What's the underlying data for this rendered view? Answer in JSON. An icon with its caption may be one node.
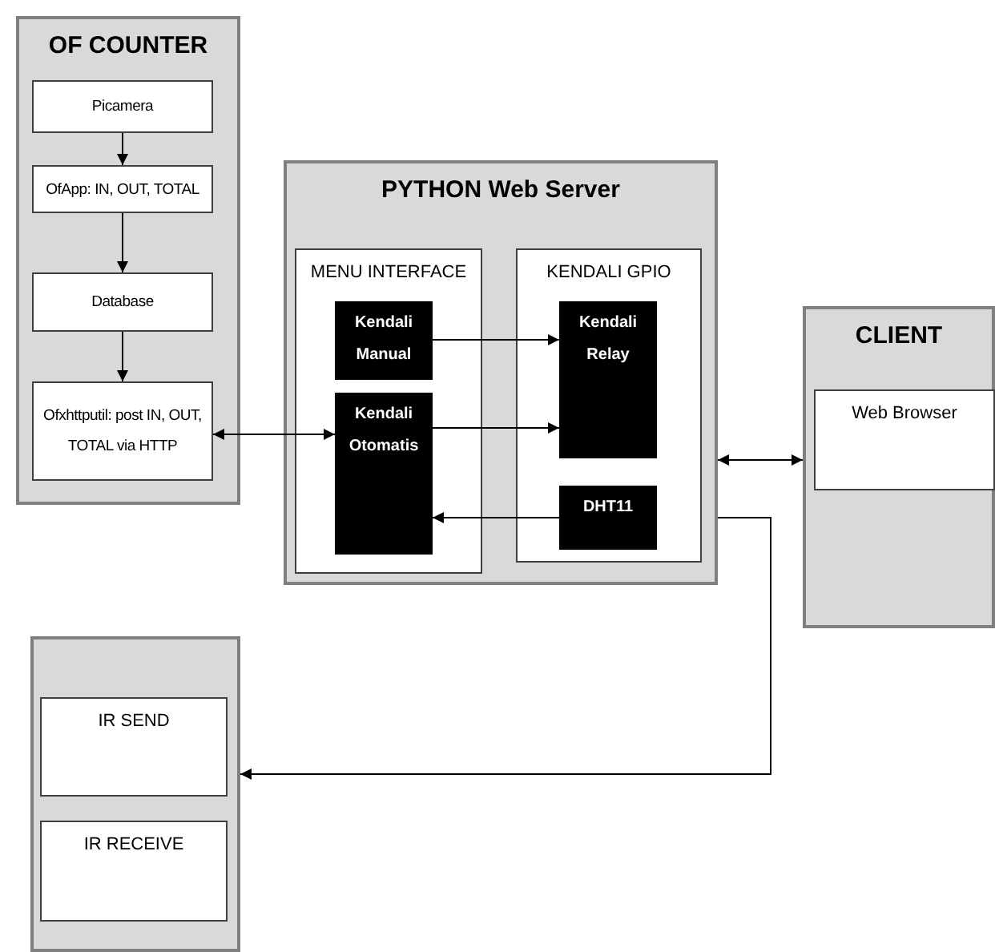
{
  "diagram": {
    "nodes": [
      {
        "text": [
          "OF COUNTER"
        ]
      },
      {
        "text": [
          "Picamera"
        ],
        "in": 0
      },
      {
        "text": [
          "OfApp: IN, OUT, TOTAL"
        ],
        "in": 0
      },
      {
        "text": [
          "Database"
        ],
        "in": 0
      },
      {
        "text": [
          "Ofxhttputil: post IN, OUT, TOTAL via HTTP"
        ],
        "in": 0
      },
      {
        "text": [
          "PYTHON Web Server"
        ]
      },
      {
        "text": [
          "MENU INTERFACE"
        ],
        "in": 5
      },
      {
        "text": [
          "Kendali Manual"
        ],
        "in": 6
      },
      {
        "text": [
          "Kendali Otomatis"
        ],
        "in": 6
      },
      {
        "text": [
          "KENDALI  GPIO"
        ],
        "in": 5
      },
      {
        "text": [
          "Kendali Relay"
        ],
        "in": 9
      },
      {
        "text": [
          "DHT11"
        ],
        "in": 9
      },
      {
        "text": [
          "CLIENT"
        ]
      },
      {
        "text": [
          "Web Browser"
        ],
        "in": 12
      },
      {
        "text": [],
        "shape": "box"
      },
      {
        "text": [
          "IR SEND"
        ],
        "in": 14
      },
      {
        "text": [
          "IR RECEIVE"
        ],
        "in": 14
      }
    ],
    "edges": [
      {
        "from": 1,
        "to": 2,
        "arrow": "to"
      },
      {
        "from": 2,
        "to": 3,
        "arrow": "to"
      },
      {
        "from": 3,
        "to": 4,
        "arrow": "to"
      },
      {
        "from": 4,
        "to": 8,
        "arrow": "both"
      },
      {
        "from": 7,
        "to": 10,
        "arrow": "to"
      },
      {
        "from": 8,
        "to": 10,
        "arrow": "to"
      },
      {
        "from": 11,
        "to": 8,
        "arrow": "to"
      },
      {
        "from": 5,
        "to": 12,
        "arrow": "both"
      },
      {
        "from": 5,
        "to": 14,
        "arrow": "to"
      }
    ]
  }
}
